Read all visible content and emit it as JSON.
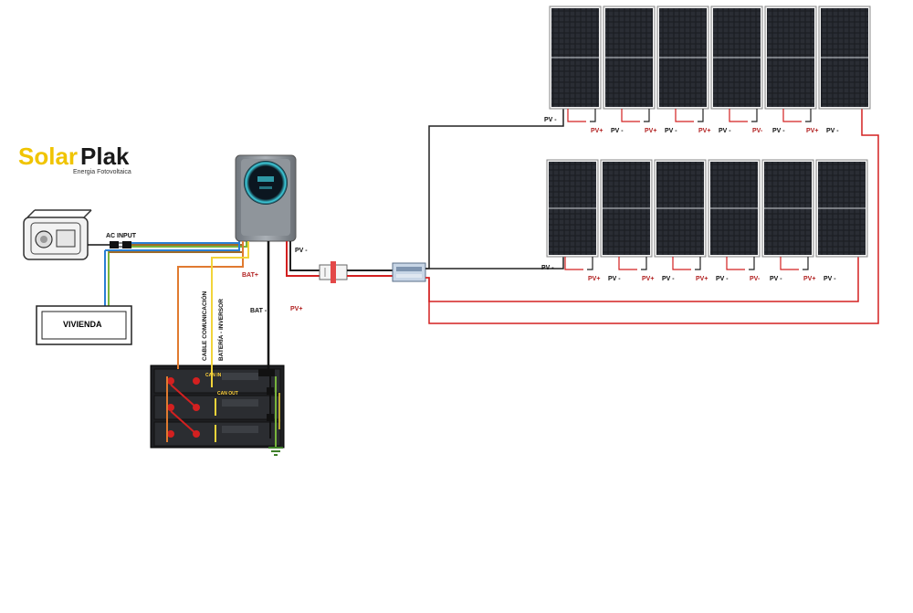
{
  "brand": {
    "name_a": "Solar",
    "name_b": "Plak",
    "tagline": "Energia Fotovoltaica"
  },
  "labels": {
    "ac_input": "AC INPUT",
    "vivienda": "VIVIENDA",
    "bat_plus": "BAT+",
    "bat_minus": "BAT -",
    "pv_plus": "PV+",
    "pv_minus": "PV -",
    "pv_minus_inverter": "PV -",
    "pv_plus_inverter": "PV+",
    "cable_comunicacion": "CABLE COMUNICACIÓN",
    "bateria_inversor": "BATERÍA - INVERSOR",
    "canin": "CAN IN",
    "canout": "CAN OUT"
  },
  "panel_rows": [
    {
      "string_labels": [
        "PV -",
        "PV+",
        "PV -",
        "PV+",
        "PV -",
        "PV+",
        "PV -",
        "PV-",
        "PV -",
        "PV+",
        "PV -"
      ]
    },
    {
      "string_labels": [
        "PV -",
        "PV+",
        "PV -",
        "PV+",
        "PV -",
        "PV+",
        "PV -",
        "PV-",
        "PV -",
        "PV+",
        "PV -"
      ]
    }
  ],
  "colors": {
    "pv_positive": "#d32020",
    "pv_negative": "#222222",
    "ac_live": "#9e6b2a",
    "ac_blue": "#2a7fd4",
    "earth": "#78b43c",
    "comm": "#f2d43a",
    "bat_pos": "#e07a30"
  }
}
